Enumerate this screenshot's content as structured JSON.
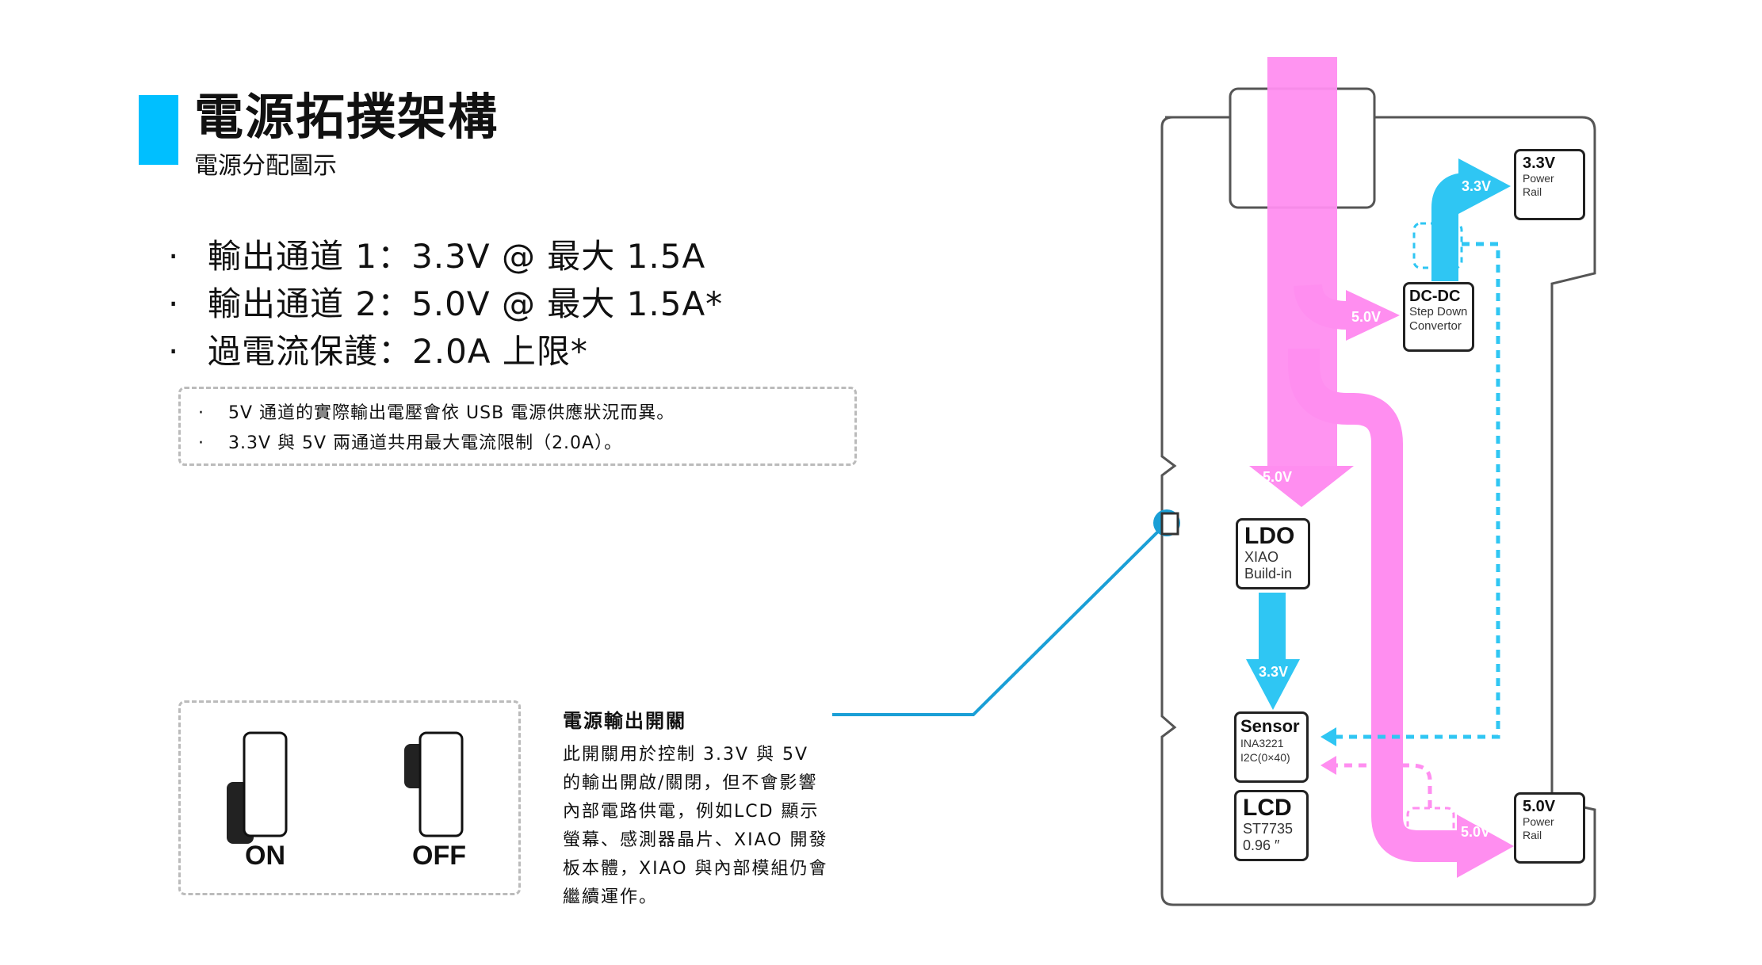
{
  "header": {
    "title": "電源拓撲架構",
    "subtitle": "電源分配圖示",
    "accent_color": "#00bfff"
  },
  "specs": [
    "輸出通道 1：3.3V @ 最大 1.5A",
    "輸出通道 2：5.0V @ 最大 1.5A*",
    "過電流保護：2.0A 上限*"
  ],
  "notes": [
    "5V 通道的實際輸出電壓會依 USB 電源供應狀況而異。",
    "3.3V 與 5V 兩通道共用最大電流限制（2.0A）。"
  ],
  "switch_panel": {
    "on_label": "ON",
    "off_label": "OFF",
    "heading": "電源輸出開關",
    "description": "此開關用於控制 3.3V 與 5V 的輸出開啟/關閉，但不會影響內部電路供電，例如LCD 顯示螢幕、感測器晶片、XIAO 開發板本體，XIAO 與內部模組仍會繼續運作。"
  },
  "diagram": {
    "colors": {
      "five_volt": "#ff8ef0",
      "three_volt": "#2fc6f3",
      "outline": "#555555",
      "callout": "#1a9fd6"
    },
    "flow_labels": {
      "dcdc_input": "5.0V",
      "dcdc_output": "3.3V",
      "ldo_input": "5.0V",
      "ldo_output": "3.3V",
      "rail_5v_input": "5.0V"
    },
    "boxes": {
      "rail_3v3": {
        "title": "3.3V",
        "line1": "Power",
        "line2": "Rail"
      },
      "dcdc": {
        "title": "DC-DC",
        "line1": "Step Down",
        "line2": "Convertor"
      },
      "ldo": {
        "title": "LDO",
        "line1": "XIAO",
        "line2": "Build-in"
      },
      "sensor": {
        "title": "Sensor",
        "line1": "INA3221",
        "line2": "I2C(0×40)"
      },
      "lcd": {
        "title": "LCD",
        "line1": "ST7735",
        "line2": "0.96 ″"
      },
      "rail_5v": {
        "title": "5.0V",
        "line1": "Power",
        "line2": "Rail"
      }
    }
  }
}
